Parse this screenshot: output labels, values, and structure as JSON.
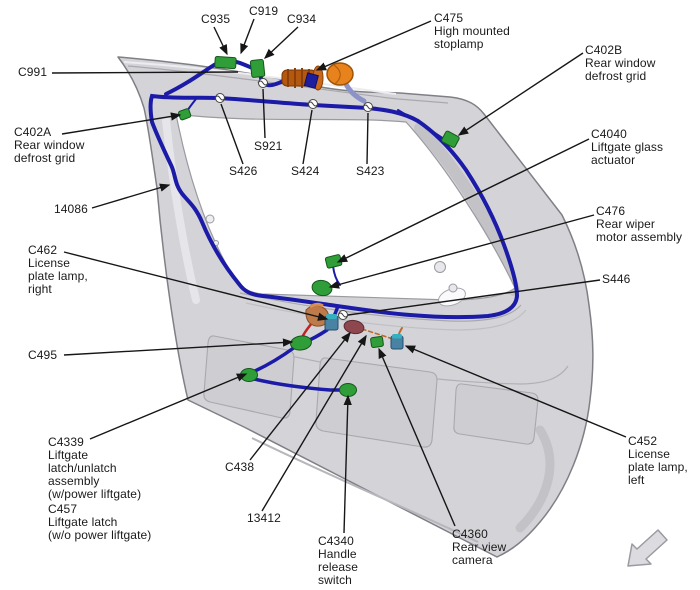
{
  "diagram": {
    "type": "liftgate-wiring-harness-component-locator",
    "callouts": [
      {
        "id": "C935",
        "text": "C935"
      },
      {
        "id": "C919",
        "text": "C919"
      },
      {
        "id": "C934",
        "text": "C934"
      },
      {
        "id": "C475",
        "text": "C475\nHigh mounted\nstoplamp"
      },
      {
        "id": "C991",
        "text": "C991"
      },
      {
        "id": "C402B",
        "text": "C402B\nRear window\ndefrost grid"
      },
      {
        "id": "C402A",
        "text": "C402A\nRear window\ndefrost grid"
      },
      {
        "id": "S921",
        "text": "S921"
      },
      {
        "id": "S426",
        "text": "S426"
      },
      {
        "id": "S424",
        "text": "S424"
      },
      {
        "id": "S423",
        "text": "S423"
      },
      {
        "id": "C4040",
        "text": "C4040\nLiftgate glass\nactuator"
      },
      {
        "id": "14086",
        "text": "14086"
      },
      {
        "id": "C476",
        "text": "C476\nRear wiper\nmotor assembly"
      },
      {
        "id": "C462",
        "text": "C462\nLicense\nplate lamp,\nright"
      },
      {
        "id": "S446",
        "text": "S446"
      },
      {
        "id": "C495",
        "text": "C495"
      },
      {
        "id": "C4339",
        "text": "C4339\nLiftgate\nlatch/unlatch\nassembly\n(w/power liftgate)"
      },
      {
        "id": "C457",
        "text": "C457\nLiftgate latch\n(w/o power liftgate)"
      },
      {
        "id": "C438",
        "text": "C438"
      },
      {
        "id": "13412",
        "text": "13412"
      },
      {
        "id": "C4340",
        "text": "C4340\nHandle\nrelease\nswitch"
      },
      {
        "id": "C4360",
        "text": "C4360\nRear view\ncamera"
      },
      {
        "id": "C452",
        "text": "C452\nLicense\nplate lamp,\nleft"
      }
    ],
    "colors": {
      "harness_blue": "#1b1ba8",
      "connector_green": "#2f9e38",
      "connector_blue": "#4a82a4",
      "connector_maroon": "#8f474f",
      "stoplamp_bulb_orange": "#e8821c",
      "stoplamp_socket_orange": "#b4570f",
      "wire_red": "#c02424",
      "wire_orange": "#c06a28",
      "body_gray": "#d4d4d8",
      "leader_line": "#161616",
      "label_text": "#1a1a1a"
    },
    "icons": {
      "direction-arrow-icon": "thick light-gray outlined arrow pointing down-left"
    }
  }
}
